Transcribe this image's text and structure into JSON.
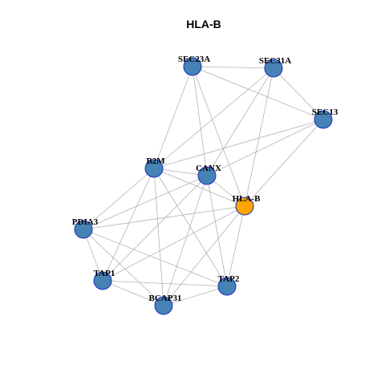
{
  "title": "HLA-B",
  "colors": {
    "default_node": "#4682b4",
    "highlight_node": "#ffa500",
    "node_border": "#1f2fbf",
    "edge": "#b3b3b3"
  },
  "nodes": [
    {
      "id": "SEC23A",
      "label": "SEC23A",
      "highlight": false
    },
    {
      "id": "SEC31A",
      "label": "SEC31A",
      "highlight": false
    },
    {
      "id": "SEC13",
      "label": "SEC13",
      "highlight": false
    },
    {
      "id": "B2M",
      "label": "B2M",
      "highlight": false
    },
    {
      "id": "CANX",
      "label": "CANX",
      "highlight": false
    },
    {
      "id": "HLA-B",
      "label": "HLA-B",
      "highlight": true
    },
    {
      "id": "PDIA3",
      "label": "PDIA3",
      "highlight": false
    },
    {
      "id": "TAP1",
      "label": "TAP1",
      "highlight": false
    },
    {
      "id": "TAP2",
      "label": "TAP2",
      "highlight": false
    },
    {
      "id": "BCAP31",
      "label": "BCAP31",
      "highlight": false
    }
  ],
  "edges": [
    [
      "SEC23A",
      "SEC31A"
    ],
    [
      "SEC23A",
      "SEC13"
    ],
    [
      "SEC23A",
      "B2M"
    ],
    [
      "SEC23A",
      "CANX"
    ],
    [
      "SEC23A",
      "HLA-B"
    ],
    [
      "SEC31A",
      "SEC13"
    ],
    [
      "SEC31A",
      "B2M"
    ],
    [
      "SEC31A",
      "CANX"
    ],
    [
      "SEC31A",
      "HLA-B"
    ],
    [
      "SEC13",
      "B2M"
    ],
    [
      "SEC13",
      "CANX"
    ],
    [
      "SEC13",
      "HLA-B"
    ],
    [
      "B2M",
      "CANX"
    ],
    [
      "B2M",
      "HLA-B"
    ],
    [
      "B2M",
      "PDIA3"
    ],
    [
      "B2M",
      "TAP1"
    ],
    [
      "B2M",
      "TAP2"
    ],
    [
      "B2M",
      "BCAP31"
    ],
    [
      "CANX",
      "HLA-B"
    ],
    [
      "CANX",
      "PDIA3"
    ],
    [
      "CANX",
      "TAP1"
    ],
    [
      "CANX",
      "TAP2"
    ],
    [
      "CANX",
      "BCAP31"
    ],
    [
      "HLA-B",
      "PDIA3"
    ],
    [
      "HLA-B",
      "TAP1"
    ],
    [
      "HLA-B",
      "TAP2"
    ],
    [
      "HLA-B",
      "BCAP31"
    ],
    [
      "PDIA3",
      "TAP1"
    ],
    [
      "PDIA3",
      "TAP2"
    ],
    [
      "PDIA3",
      "BCAP31"
    ],
    [
      "TAP1",
      "TAP2"
    ],
    [
      "TAP1",
      "BCAP31"
    ],
    [
      "TAP2",
      "BCAP31"
    ]
  ]
}
